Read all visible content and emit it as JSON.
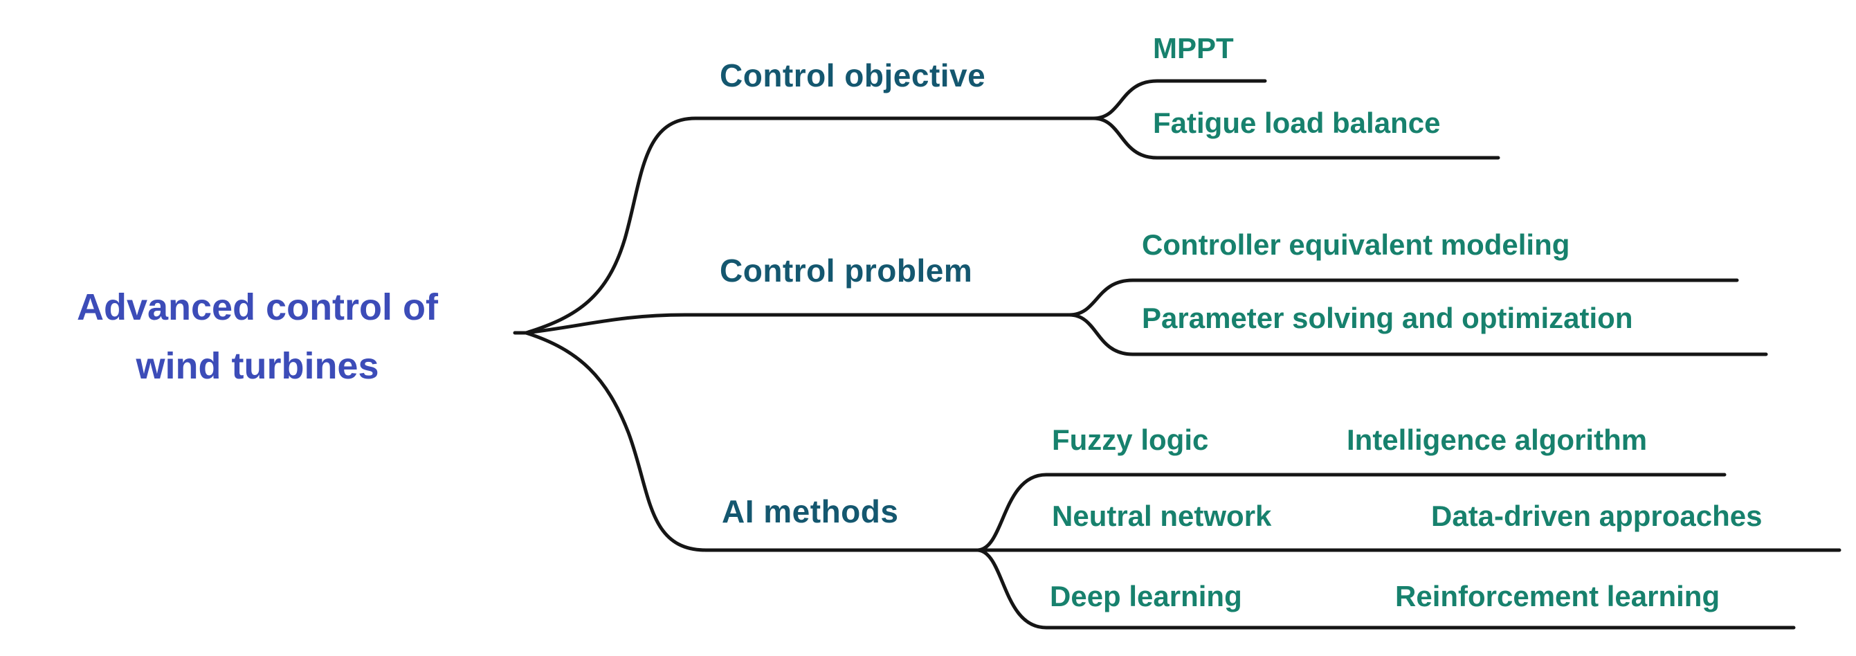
{
  "colors": {
    "background": "#FFFFFF",
    "root": "#3C4CB8",
    "branch": "#14576F",
    "leaf": "#17816D",
    "line": "#151515"
  },
  "mindmap": {
    "root": {
      "label": "Advanced control of\nwind turbines"
    },
    "branches": [
      {
        "label": "Control objective",
        "children": [
          "MPPT",
          "Fatigue load balance"
        ]
      },
      {
        "label": "Control problem",
        "children": [
          "Controller equivalent modeling",
          "Parameter solving and optimization"
        ]
      },
      {
        "label": "AI methods",
        "children": [
          "Fuzzy logic",
          "Intelligence algorithm",
          "Neutral network",
          "Data-driven approaches",
          "Deep learning",
          "Reinforcement learning"
        ]
      }
    ]
  }
}
